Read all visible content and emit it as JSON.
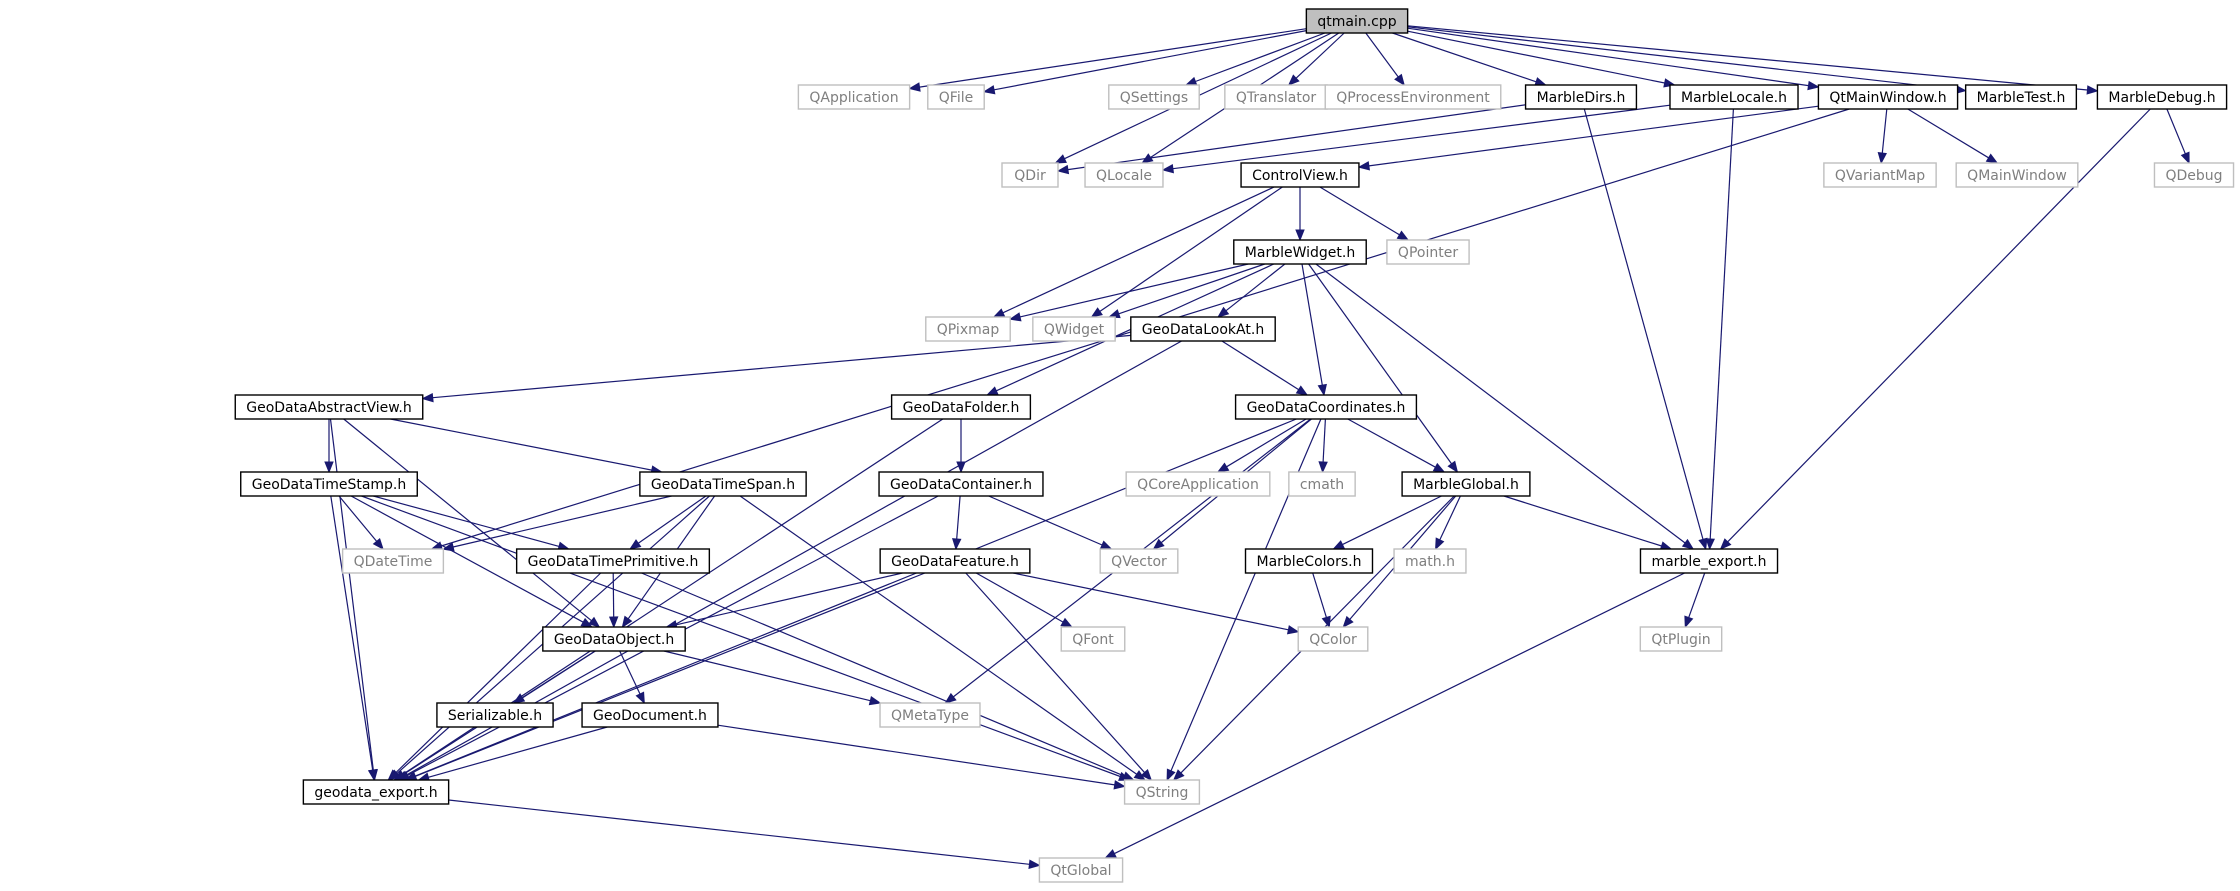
{
  "graph": {
    "title": "",
    "colors": {
      "edge": "#191970",
      "root_fill": "#bfbfbf",
      "root_border": "#000000",
      "documented_border": "#000000",
      "external_border": "#bfbfbf",
      "external_text": "#7f7f7f",
      "text": "#000000"
    },
    "nodes": [
      {
        "id": "qtmain",
        "label": "qtmain.cpp",
        "kind": "root"
      },
      {
        "id": "QApplication",
        "label": "QApplication",
        "kind": "external"
      },
      {
        "id": "QFile",
        "label": "QFile",
        "kind": "external"
      },
      {
        "id": "QSettings",
        "label": "QSettings",
        "kind": "external"
      },
      {
        "id": "QTranslator",
        "label": "QTranslator",
        "kind": "external"
      },
      {
        "id": "QProcessEnvironment",
        "label": "QProcessEnvironment",
        "kind": "external"
      },
      {
        "id": "MarbleDirs",
        "label": "MarbleDirs.h",
        "kind": "doc"
      },
      {
        "id": "MarbleLocale",
        "label": "MarbleLocale.h",
        "kind": "doc"
      },
      {
        "id": "QtMainWindow",
        "label": "QtMainWindow.h",
        "kind": "doc"
      },
      {
        "id": "MarbleTest",
        "label": "MarbleTest.h",
        "kind": "doc"
      },
      {
        "id": "MarbleDebug",
        "label": "MarbleDebug.h",
        "kind": "doc"
      },
      {
        "id": "QDir",
        "label": "QDir",
        "kind": "external"
      },
      {
        "id": "QLocale",
        "label": "QLocale",
        "kind": "external"
      },
      {
        "id": "ControlView",
        "label": "ControlView.h",
        "kind": "doc"
      },
      {
        "id": "QVariantMap",
        "label": "QVariantMap",
        "kind": "external"
      },
      {
        "id": "QMainWindow",
        "label": "QMainWindow",
        "kind": "external"
      },
      {
        "id": "QDebug",
        "label": "QDebug",
        "kind": "external"
      },
      {
        "id": "MarbleWidget",
        "label": "MarbleWidget.h",
        "kind": "doc"
      },
      {
        "id": "QPointer",
        "label": "QPointer",
        "kind": "external"
      },
      {
        "id": "QPixmap",
        "label": "QPixmap",
        "kind": "external"
      },
      {
        "id": "QWidget",
        "label": "QWidget",
        "kind": "external"
      },
      {
        "id": "GeoDataLookAt",
        "label": "GeoDataLookAt.h",
        "kind": "doc"
      },
      {
        "id": "GeoDataAbstractView",
        "label": "GeoDataAbstractView.h",
        "kind": "doc"
      },
      {
        "id": "GeoDataFolder",
        "label": "GeoDataFolder.h",
        "kind": "doc"
      },
      {
        "id": "GeoDataCoordinates",
        "label": "GeoDataCoordinates.h",
        "kind": "doc"
      },
      {
        "id": "GeoDataTimeStamp",
        "label": "GeoDataTimeStamp.h",
        "kind": "doc"
      },
      {
        "id": "GeoDataTimeSpan",
        "label": "GeoDataTimeSpan.h",
        "kind": "doc"
      },
      {
        "id": "GeoDataContainer",
        "label": "GeoDataContainer.h",
        "kind": "doc"
      },
      {
        "id": "QCoreApplication",
        "label": "QCoreApplication",
        "kind": "external"
      },
      {
        "id": "cmath",
        "label": "cmath",
        "kind": "external"
      },
      {
        "id": "MarbleGlobal",
        "label": "MarbleGlobal.h",
        "kind": "doc"
      },
      {
        "id": "QDateTime",
        "label": "QDateTime",
        "kind": "external"
      },
      {
        "id": "GeoDataTimePrimitive",
        "label": "GeoDataTimePrimitive.h",
        "kind": "doc"
      },
      {
        "id": "GeoDataFeature",
        "label": "GeoDataFeature.h",
        "kind": "doc"
      },
      {
        "id": "QVector",
        "label": "QVector",
        "kind": "external"
      },
      {
        "id": "MarbleColors",
        "label": "MarbleColors.h",
        "kind": "doc"
      },
      {
        "id": "mathh",
        "label": "math.h",
        "kind": "external"
      },
      {
        "id": "marble_export",
        "label": "marble_export.h",
        "kind": "doc"
      },
      {
        "id": "GeoDataObject",
        "label": "GeoDataObject.h",
        "kind": "doc"
      },
      {
        "id": "QFont",
        "label": "QFont",
        "kind": "external"
      },
      {
        "id": "QColor",
        "label": "QColor",
        "kind": "external"
      },
      {
        "id": "QtPlugin",
        "label": "QtPlugin",
        "kind": "external"
      },
      {
        "id": "Serializable",
        "label": "Serializable.h",
        "kind": "doc"
      },
      {
        "id": "GeoDocument",
        "label": "GeoDocument.h",
        "kind": "doc"
      },
      {
        "id": "QMetaType",
        "label": "QMetaType",
        "kind": "external"
      },
      {
        "id": "geodata_export",
        "label": "geodata_export.h",
        "kind": "doc"
      },
      {
        "id": "QString",
        "label": "QString",
        "kind": "external"
      },
      {
        "id": "QtGlobal",
        "label": "QtGlobal",
        "kind": "external"
      }
    ],
    "edges": [
      [
        "qtmain",
        "QApplication"
      ],
      [
        "qtmain",
        "QFile"
      ],
      [
        "qtmain",
        "QDir"
      ],
      [
        "qtmain",
        "QLocale"
      ],
      [
        "qtmain",
        "QSettings"
      ],
      [
        "qtmain",
        "QTranslator"
      ],
      [
        "qtmain",
        "QProcessEnvironment"
      ],
      [
        "qtmain",
        "MarbleDirs"
      ],
      [
        "qtmain",
        "MarbleLocale"
      ],
      [
        "qtmain",
        "QtMainWindow"
      ],
      [
        "qtmain",
        "MarbleTest"
      ],
      [
        "qtmain",
        "MarbleDebug"
      ],
      [
        "MarbleDirs",
        "QDir"
      ],
      [
        "MarbleDirs",
        "marble_export"
      ],
      [
        "MarbleLocale",
        "QLocale"
      ],
      [
        "MarbleLocale",
        "marble_export"
      ],
      [
        "QtMainWindow",
        "ControlView"
      ],
      [
        "QtMainWindow",
        "QVariantMap"
      ],
      [
        "QtMainWindow",
        "QMainWindow"
      ],
      [
        "QtMainWindow",
        "QDateTime"
      ],
      [
        "MarbleDebug",
        "QDebug"
      ],
      [
        "MarbleDebug",
        "marble_export"
      ],
      [
        "ControlView",
        "MarbleWidget"
      ],
      [
        "ControlView",
        "QPointer"
      ],
      [
        "ControlView",
        "QPixmap"
      ],
      [
        "ControlView",
        "QWidget"
      ],
      [
        "MarbleWidget",
        "QPixmap"
      ],
      [
        "MarbleWidget",
        "QWidget"
      ],
      [
        "MarbleWidget",
        "GeoDataLookAt"
      ],
      [
        "MarbleWidget",
        "GeoDataFolder"
      ],
      [
        "MarbleWidget",
        "GeoDataCoordinates"
      ],
      [
        "MarbleWidget",
        "MarbleGlobal"
      ],
      [
        "MarbleWidget",
        "marble_export"
      ],
      [
        "GeoDataLookAt",
        "GeoDataAbstractView"
      ],
      [
        "GeoDataLookAt",
        "GeoDataCoordinates"
      ],
      [
        "GeoDataLookAt",
        "geodata_export"
      ],
      [
        "GeoDataAbstractView",
        "GeoDataTimeStamp"
      ],
      [
        "GeoDataAbstractView",
        "GeoDataTimeSpan"
      ],
      [
        "GeoDataAbstractView",
        "GeoDataObject"
      ],
      [
        "GeoDataAbstractView",
        "geodata_export"
      ],
      [
        "GeoDataFolder",
        "GeoDataContainer"
      ],
      [
        "GeoDataFolder",
        "geodata_export"
      ],
      [
        "GeoDataCoordinates",
        "QCoreApplication"
      ],
      [
        "GeoDataCoordinates",
        "cmath"
      ],
      [
        "GeoDataCoordinates",
        "MarbleGlobal"
      ],
      [
        "GeoDataCoordinates",
        "QVector"
      ],
      [
        "GeoDataCoordinates",
        "QMetaType"
      ],
      [
        "GeoDataCoordinates",
        "QString"
      ],
      [
        "GeoDataCoordinates",
        "geodata_export"
      ],
      [
        "GeoDataTimeStamp",
        "QDateTime"
      ],
      [
        "GeoDataTimeStamp",
        "GeoDataTimePrimitive"
      ],
      [
        "GeoDataTimeStamp",
        "GeoDataObject"
      ],
      [
        "GeoDataTimeStamp",
        "geodata_export"
      ],
      [
        "GeoDataTimeStamp",
        "QString"
      ],
      [
        "GeoDataTimeSpan",
        "QDateTime"
      ],
      [
        "GeoDataTimeSpan",
        "GeoDataTimePrimitive"
      ],
      [
        "GeoDataTimeSpan",
        "GeoDataObject"
      ],
      [
        "GeoDataTimeSpan",
        "geodata_export"
      ],
      [
        "GeoDataTimeSpan",
        "QString"
      ],
      [
        "GeoDataContainer",
        "GeoDataFeature"
      ],
      [
        "GeoDataContainer",
        "QVector"
      ],
      [
        "GeoDataContainer",
        "geodata_export"
      ],
      [
        "MarbleGlobal",
        "MarbleColors"
      ],
      [
        "MarbleGlobal",
        "mathh"
      ],
      [
        "MarbleGlobal",
        "marble_export"
      ],
      [
        "MarbleGlobal",
        "QColor"
      ],
      [
        "MarbleGlobal",
        "QString"
      ],
      [
        "GeoDataTimePrimitive",
        "GeoDataObject"
      ],
      [
        "GeoDataTimePrimitive",
        "geodata_export"
      ],
      [
        "GeoDataTimePrimitive",
        "QString"
      ],
      [
        "GeoDataFeature",
        "GeoDataObject"
      ],
      [
        "GeoDataFeature",
        "QFont"
      ],
      [
        "GeoDataFeature",
        "QColor"
      ],
      [
        "GeoDataFeature",
        "QString"
      ],
      [
        "GeoDataFeature",
        "geodata_export"
      ],
      [
        "MarbleColors",
        "QColor"
      ],
      [
        "marble_export",
        "QtPlugin"
      ],
      [
        "marble_export",
        "QtGlobal"
      ],
      [
        "GeoDataObject",
        "Serializable"
      ],
      [
        "GeoDataObject",
        "GeoDocument"
      ],
      [
        "GeoDataObject",
        "QMetaType"
      ],
      [
        "GeoDataObject",
        "geodata_export"
      ],
      [
        "GeoDocument",
        "geodata_export"
      ],
      [
        "GeoDocument",
        "QString"
      ],
      [
        "geodata_export",
        "QtGlobal"
      ]
    ]
  }
}
